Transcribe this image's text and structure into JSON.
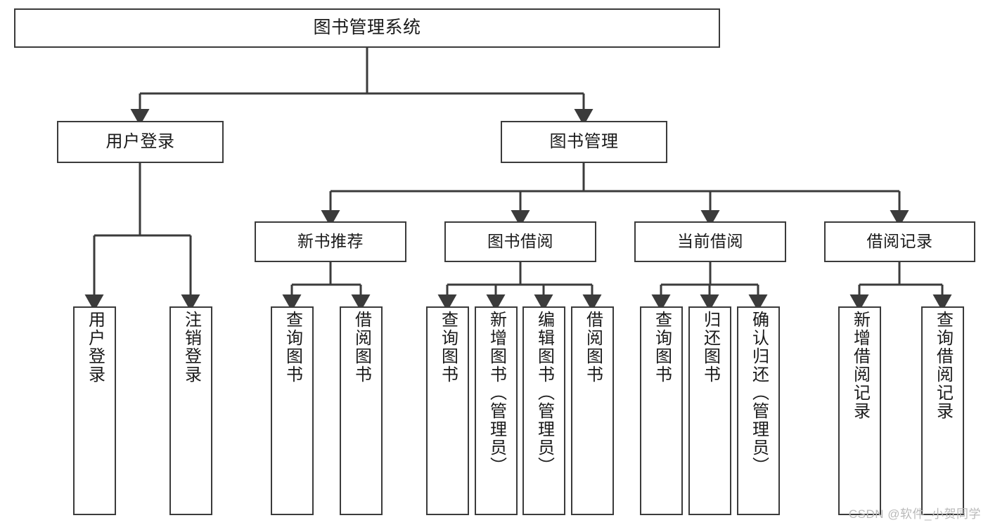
{
  "diagram": {
    "type": "tree",
    "title": "图书管理系统",
    "watermark": "CSDN @软件_小贺同学",
    "colors": {
      "box_border": "#3b3b3b",
      "box_fill": "#ffffff",
      "connector": "#3b3b3b",
      "text": "#1a1a1a",
      "watermark": "#b9b9b9",
      "background": "#ffffff"
    },
    "nodes": {
      "root": {
        "label": "图书管理系统"
      },
      "level1": [
        {
          "label": "用户登录"
        },
        {
          "label": "图书管理"
        }
      ],
      "level2": [
        {
          "label": "新书推荐"
        },
        {
          "label": "图书借阅"
        },
        {
          "label": "当前借阅"
        },
        {
          "label": "借阅记录"
        }
      ],
      "leaves_user_login": [
        {
          "label": "用户登录"
        },
        {
          "label": "注销登录"
        }
      ],
      "leaves_new_books": [
        {
          "label": "查询图书"
        },
        {
          "label": "借阅图书"
        }
      ],
      "leaves_borrow": [
        {
          "label": "查询图书"
        },
        {
          "label": "新增图书（管理员）"
        },
        {
          "label": "编辑图书（管理员）"
        },
        {
          "label": "借阅图书"
        }
      ],
      "leaves_current": [
        {
          "label": "查询图书"
        },
        {
          "label": "归还图书"
        },
        {
          "label": "确认归还（管理员）"
        }
      ],
      "leaves_records": [
        {
          "label": "新增借阅记录"
        },
        {
          "label": "查询借阅记录"
        }
      ]
    }
  }
}
